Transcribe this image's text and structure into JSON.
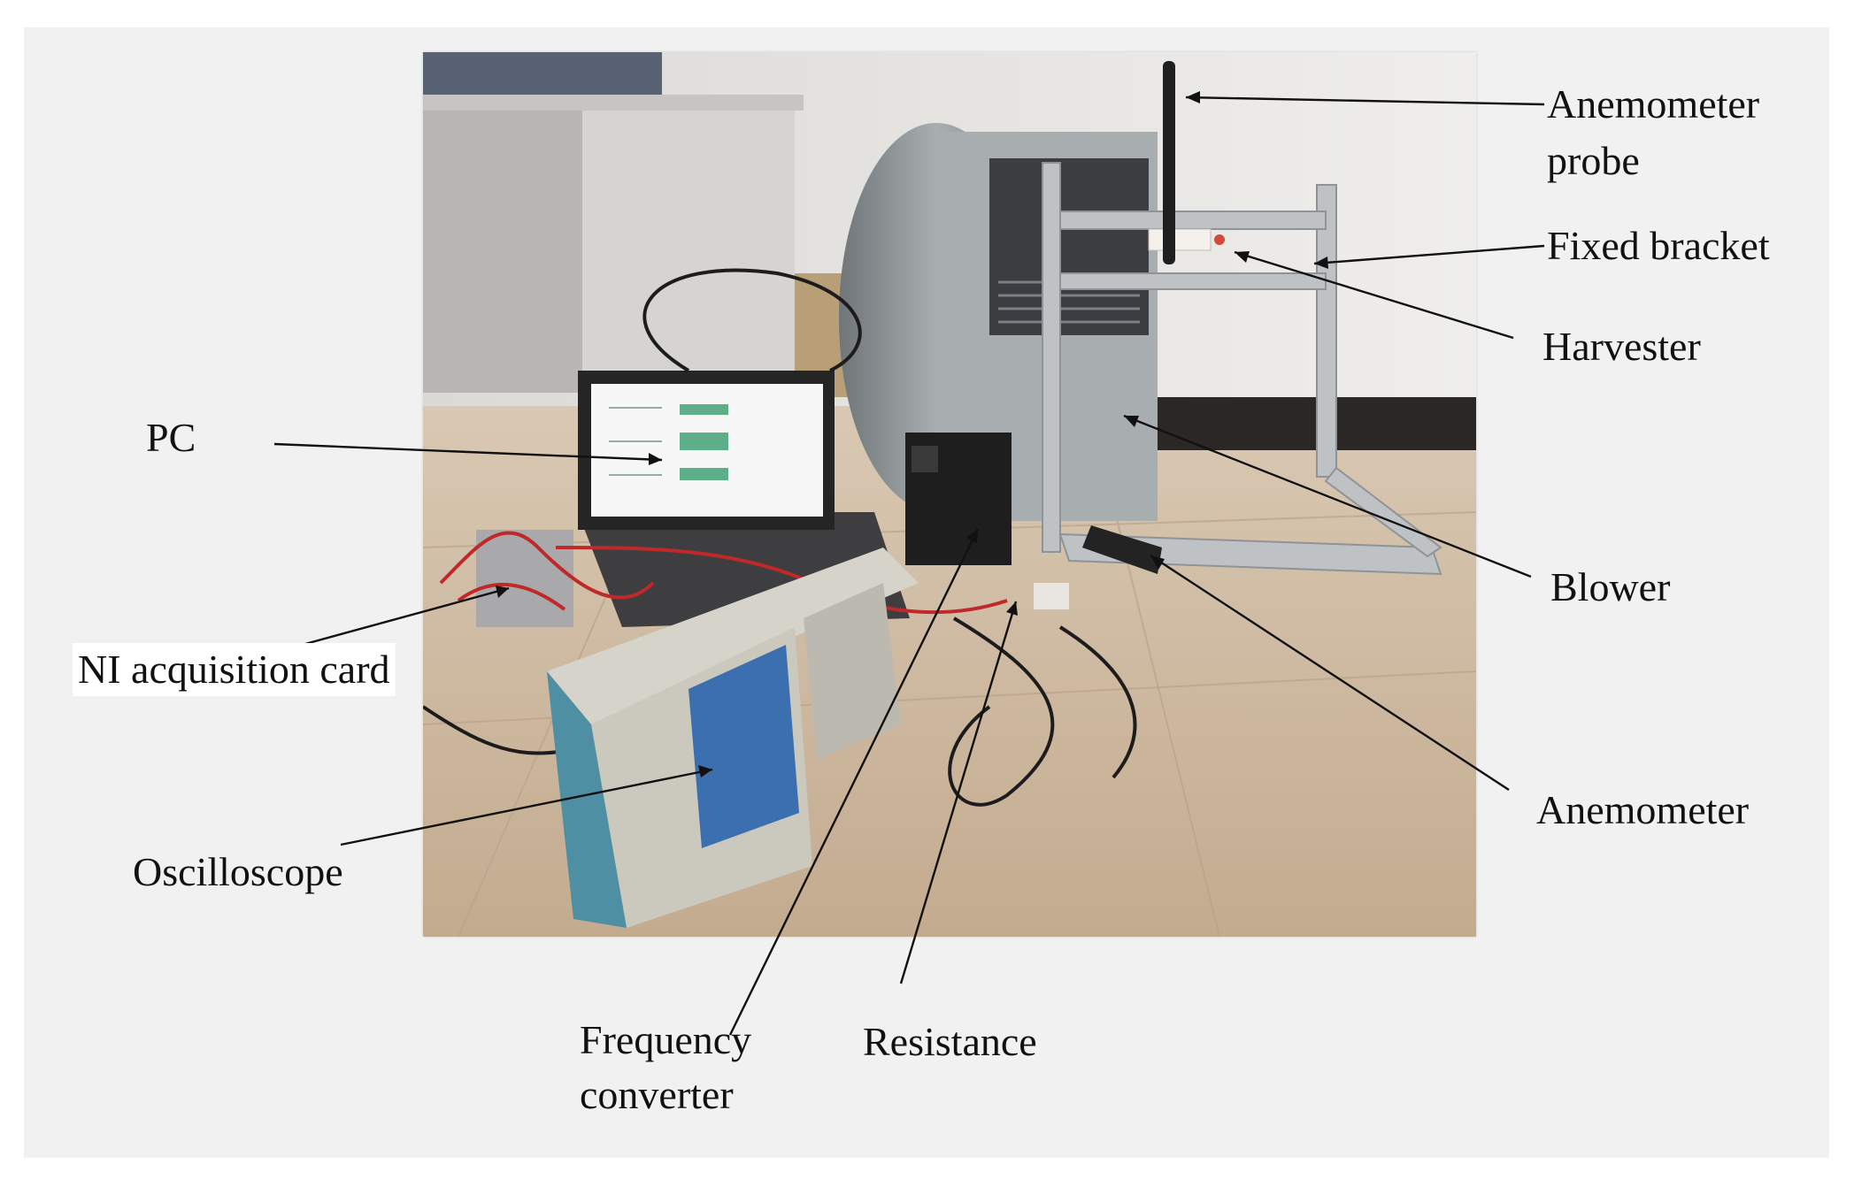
{
  "figure": {
    "labels": {
      "anemometer_probe_line1": "Anemometer",
      "anemometer_probe_line2": "probe",
      "fixed_bracket": "Fixed bracket",
      "harvester": "Harvester",
      "pc": "PC",
      "blower": "Blower",
      "ni_card": "NI acquisition card",
      "anemometer": "Anemometer",
      "oscilloscope": "Oscilloscope",
      "freq_line1": "Frequency",
      "freq_line2": "converter",
      "resistance": "Resistance"
    }
  },
  "colors": {
    "panel": "#f1f1f1",
    "wall": "#e7e6e4",
    "floor": "#cdb8a0",
    "frame": "#b9bcc0",
    "blower": "#8d9396",
    "oscilloscope_body": "#c9c7bd",
    "oscilloscope_accent": "#4f8fa3",
    "screen": "#3c6fb0",
    "cable_red": "#c0282a",
    "leader": "#111111"
  }
}
